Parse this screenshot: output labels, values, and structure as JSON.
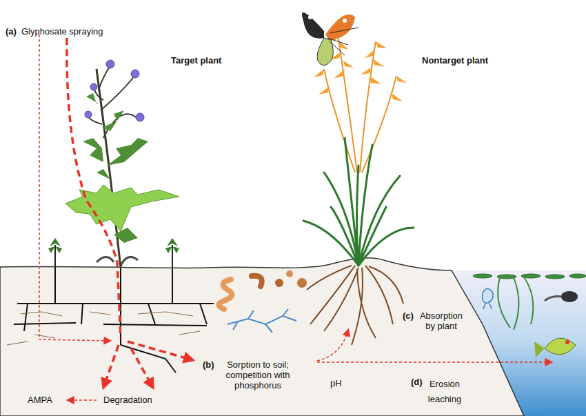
{
  "diagram": {
    "labels": [
      "(a)",
      "Glyphosate spraying",
      "Target plant",
      "Nontarget plant",
      "(b)",
      "Sorption to soil; competition with phosphorus",
      "pH",
      "(c)",
      "Absorption by plant",
      "(d)",
      "Erosion leaching",
      "AMPA",
      "Degradation"
    ]
  }
}
